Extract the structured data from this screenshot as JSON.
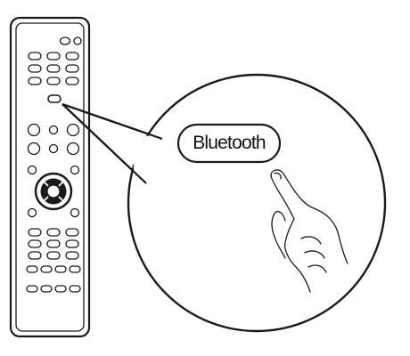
{
  "callout": {
    "button_label": "Bluetooth"
  },
  "remote": {
    "top_small_buttons": 2,
    "upper_button_rows": 3,
    "upper_button_columns": 3,
    "round_button_rows": 2,
    "bottom_button_rows": 3,
    "bottom_wide_rows": 2,
    "wide_buttons_per_row": 4
  },
  "icons": {
    "remote": "remote-control-icon",
    "dpad": "directional-pad-icon",
    "hand": "pointing-hand-icon"
  },
  "colors": {
    "line": "#1a1a1a",
    "background": "#ffffff"
  }
}
